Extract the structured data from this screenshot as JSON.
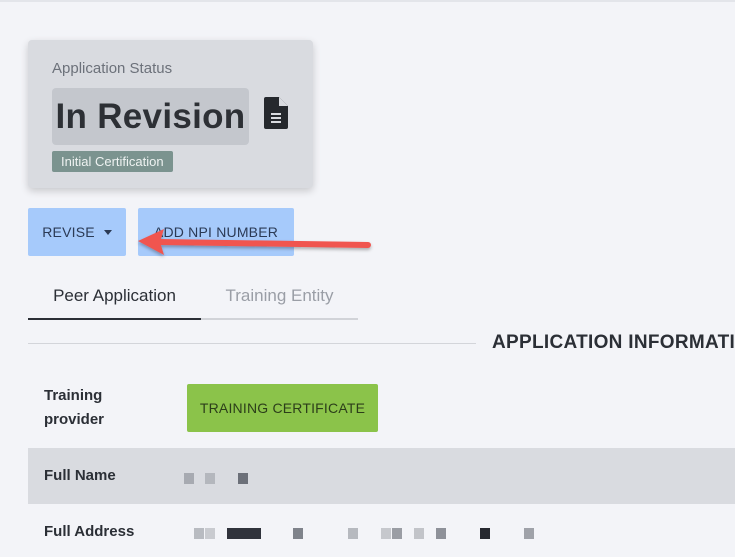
{
  "status_card": {
    "label": "Application Status",
    "status": "In Revision",
    "badge": "Initial Certification",
    "icon": "document-icon"
  },
  "actions": {
    "revise_label": "REVISE",
    "npi_label": "ADD NPI NUMBER"
  },
  "tabs": [
    {
      "label": "Peer Application",
      "active": true
    },
    {
      "label": "Training Entity",
      "active": false
    }
  ],
  "section": {
    "title": "APPLICATION INFORMATION"
  },
  "fields": {
    "training_provider_label": "Training provider",
    "training_certificate_label": "TRAINING CERTIFICATE",
    "full_name_label": "Full Name",
    "full_address_label": "Full Address"
  },
  "colors": {
    "primary_button": "#a6cafb",
    "success_button": "#8bc34a",
    "badge": "#7b938f",
    "annotation_arrow": "#f0544f"
  }
}
